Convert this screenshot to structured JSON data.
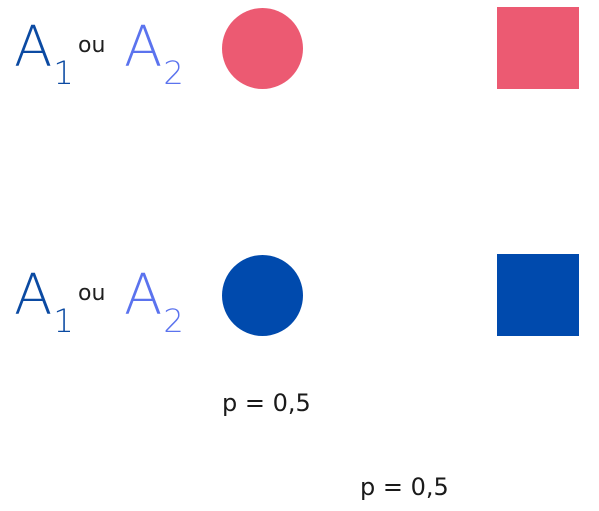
{
  "rows": [
    {
      "a1": {
        "letter": "A",
        "sub": "1"
      },
      "connector": "ou",
      "a2": {
        "letter": "A",
        "sub": "2"
      },
      "circle_color": "#ec5a72",
      "square_color": "#ec5a72"
    },
    {
      "a1": {
        "letter": "A",
        "sub": "1"
      },
      "connector": "ou",
      "a2": {
        "letter": "A",
        "sub": "2"
      },
      "circle_color": "#004aad",
      "square_color": "#004aad"
    }
  ],
  "colors": {
    "a1_text": "#0b4aa2",
    "a2_text": "#5b73ee"
  },
  "probabilities": [
    {
      "text": "p = 0,5"
    },
    {
      "text": "p = 0,5"
    }
  ]
}
